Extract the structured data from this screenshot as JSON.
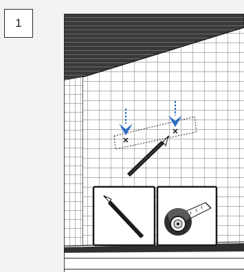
{
  "step": {
    "number": "1"
  },
  "scene": {
    "colors": {
      "wall": "#ffffff",
      "grid_line": "#8a8a8a",
      "outline": "#1a1a1a",
      "ceiling": "#3a3a3a",
      "arrow": "#2e6fc2",
      "mark_line": "#333333"
    },
    "illustration": "installation-step-mark-drill-points",
    "marking_points": 2,
    "tools": [
      {
        "icon": "pencil-icon"
      },
      {
        "icon": "tape-measure-icon"
      }
    ]
  }
}
